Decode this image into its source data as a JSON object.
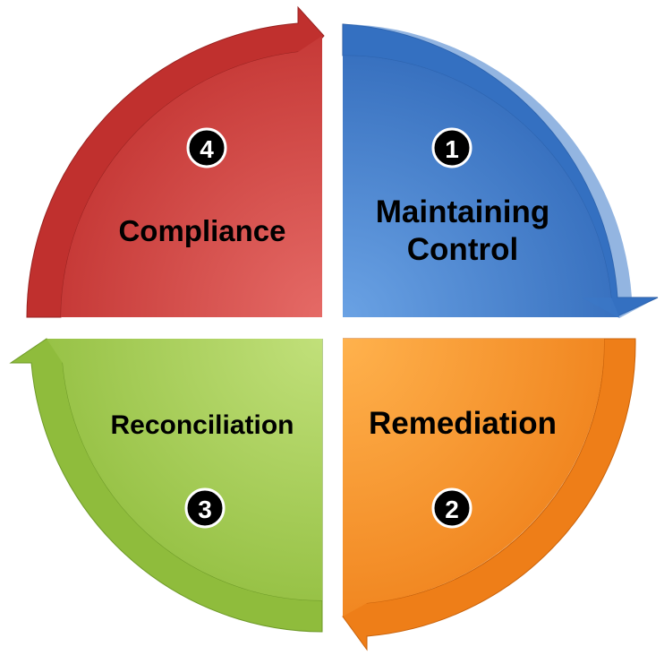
{
  "diagram": {
    "segments": [
      {
        "number": "1",
        "label_lines": [
          "Maintaining",
          "Control"
        ],
        "color_light": "#6aa2e4",
        "color_dark": "#2e67b8",
        "color_edge": "#1f4f95"
      },
      {
        "number": "2",
        "label_lines": [
          "Remediation"
        ],
        "color_light": "#ffb24d",
        "color_dark": "#ee7e18",
        "color_edge": "#c9620a"
      },
      {
        "number": "3",
        "label_lines": [
          "Reconciliation"
        ],
        "color_light": "#c1e07a",
        "color_dark": "#8fbc3c",
        "color_edge": "#6e9a28"
      },
      {
        "number": "4",
        "label_lines": [
          "Compliance"
        ],
        "color_light": "#e56a66",
        "color_dark": "#c0302e",
        "color_edge": "#982220"
      }
    ]
  }
}
